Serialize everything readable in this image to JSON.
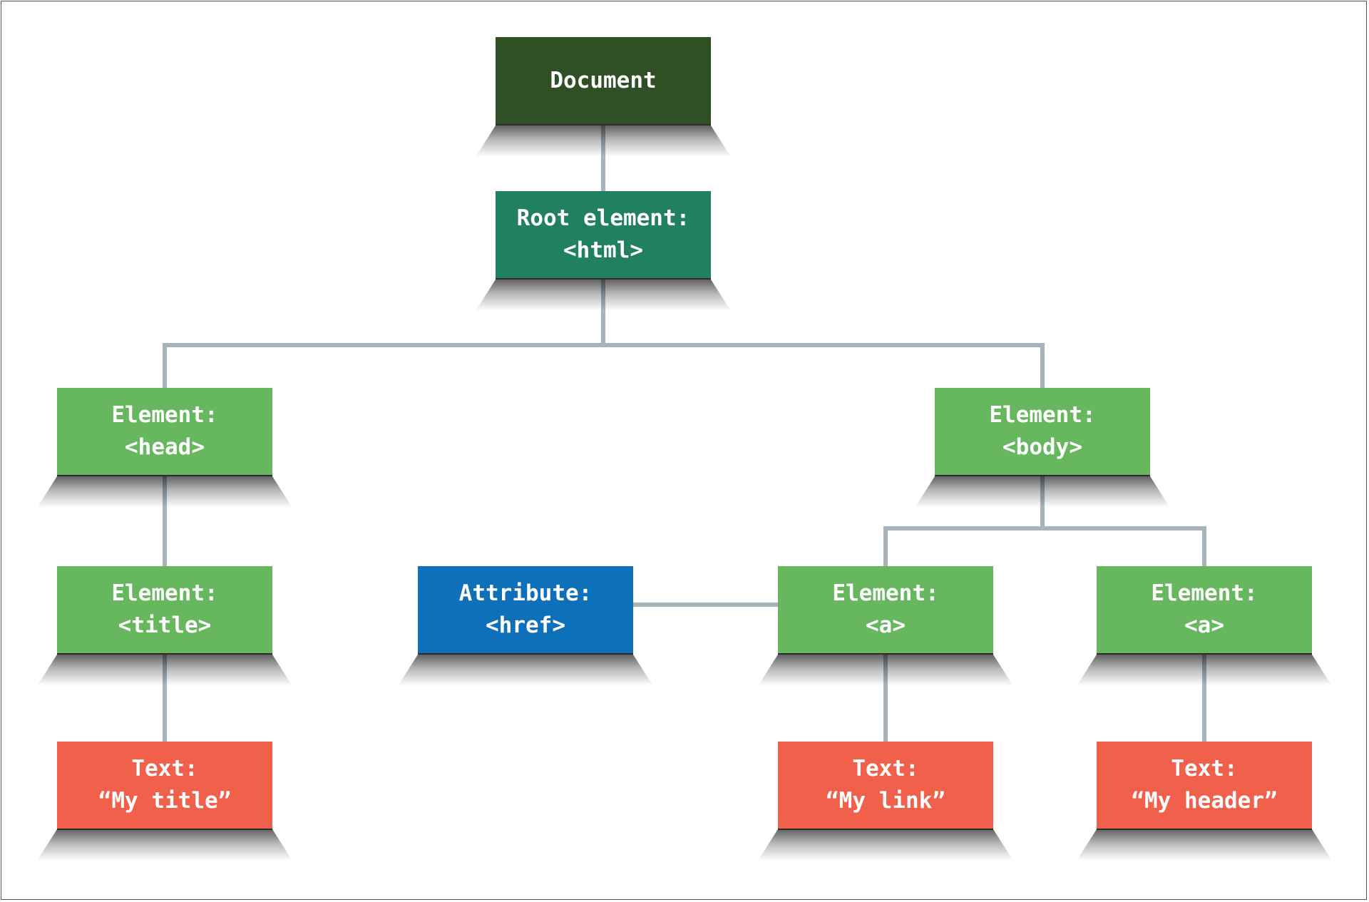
{
  "diagram": {
    "nodes": [
      {
        "id": "document",
        "lines": [
          "Document"
        ],
        "color": "#2f4f24"
      },
      {
        "id": "html",
        "lines": [
          "Root element:",
          "<html>"
        ],
        "color": "#21805f"
      },
      {
        "id": "head",
        "lines": [
          "Element:",
          "<head>"
        ],
        "color": "#67b75f"
      },
      {
        "id": "body",
        "lines": [
          "Element:",
          "<body>"
        ],
        "color": "#67b75f"
      },
      {
        "id": "title",
        "lines": [
          "Element:",
          "<title>"
        ],
        "color": "#67b75f"
      },
      {
        "id": "href",
        "lines": [
          "Attribute:",
          "<href>"
        ],
        "color": "#0f70ba"
      },
      {
        "id": "a1",
        "lines": [
          "Element:",
          "<a>"
        ],
        "color": "#67b75f"
      },
      {
        "id": "a2",
        "lines": [
          "Element:",
          "<a>"
        ],
        "color": "#67b75f"
      },
      {
        "id": "text-title",
        "lines": [
          "Text:",
          "“My title”"
        ],
        "color": "#f0604a"
      },
      {
        "id": "text-link",
        "lines": [
          "Text:",
          "“My link”"
        ],
        "color": "#f0604a"
      },
      {
        "id": "text-header",
        "lines": [
          "Text:",
          "“My header”"
        ],
        "color": "#f0604a"
      }
    ],
    "connector_color": "#a8b4bc",
    "border_color": "#555555"
  }
}
